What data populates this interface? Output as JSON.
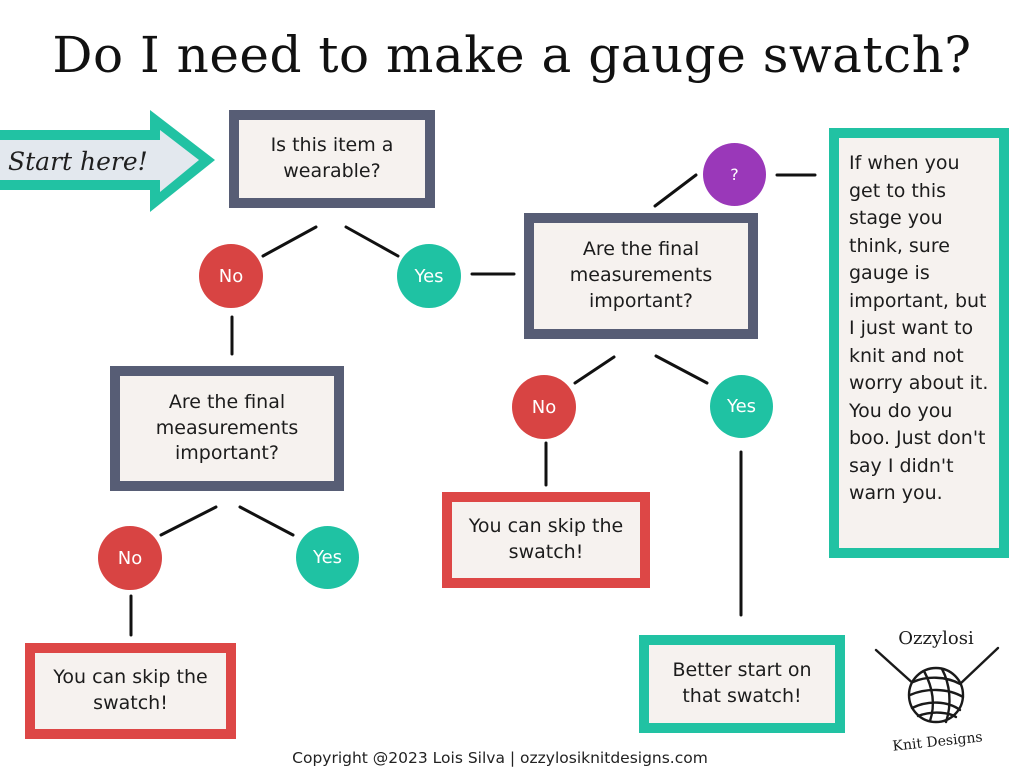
{
  "title": "Do I need to make a gauge swatch?",
  "start_label": "Start here!",
  "nodes": {
    "wearable": "Is this item a wearable?",
    "measure_right": "Are the final measurements important?",
    "measure_left": "Are the final measurements important?",
    "skip_right": "You can skip the swatch!",
    "skip_left": "You can skip the swatch!",
    "start_swatch": "Better start on that swatch!"
  },
  "answers": {
    "no": "No",
    "yes": "Yes",
    "question": "?"
  },
  "note": "If when you get to this stage you think, sure gauge is important, but I just want to knit and not worry about it. You do you boo. Just don't say I didn't warn you.",
  "logo": {
    "name": "Ozzylosi",
    "sub": "Knit Designs"
  },
  "footer": "Copyright @2023 Lois Silva | ozzylosiknitdesigns.com",
  "colors": {
    "grey_border": "#575d75",
    "red": "#dd4746",
    "teal": "#21c2a3",
    "purple": "#9a38b9",
    "box_fill": "#f6f2ef"
  }
}
